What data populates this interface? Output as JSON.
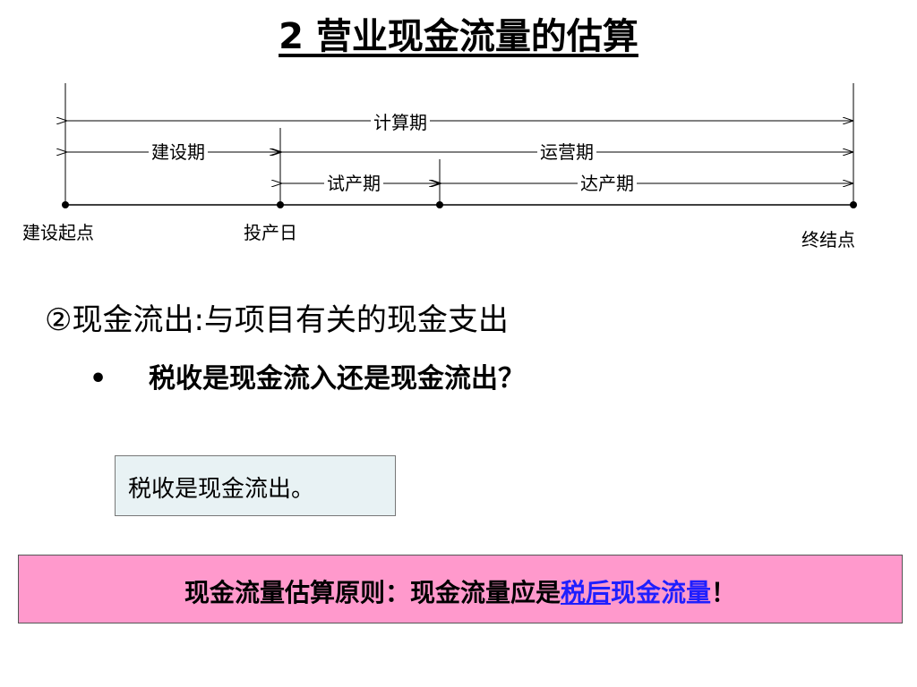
{
  "title": "2 营业现金流量的估算",
  "timeline": {
    "periods": {
      "calc": "计算期",
      "construction": "建设期",
      "operation": "运营期",
      "trial": "试产期",
      "full": "达产期"
    },
    "points": {
      "start": "建设起点",
      "production": "投产日",
      "end": "终结点"
    }
  },
  "heading": "②现金流出:与项目有关的现金支出",
  "bullet": {
    "marker": "•",
    "text": "税收是现金流入还是现金流出？"
  },
  "answer": "税收是现金流出。",
  "principle": {
    "prefix": "现金流量估算原则：现金流量应是",
    "keyword_link": "税后",
    "keyword": "现金流量",
    "suffix": "！"
  },
  "colors": {
    "answer_bg": "#e8f2f4",
    "principle_bg": "#ff99cc",
    "keyword": "#1f1fff"
  }
}
